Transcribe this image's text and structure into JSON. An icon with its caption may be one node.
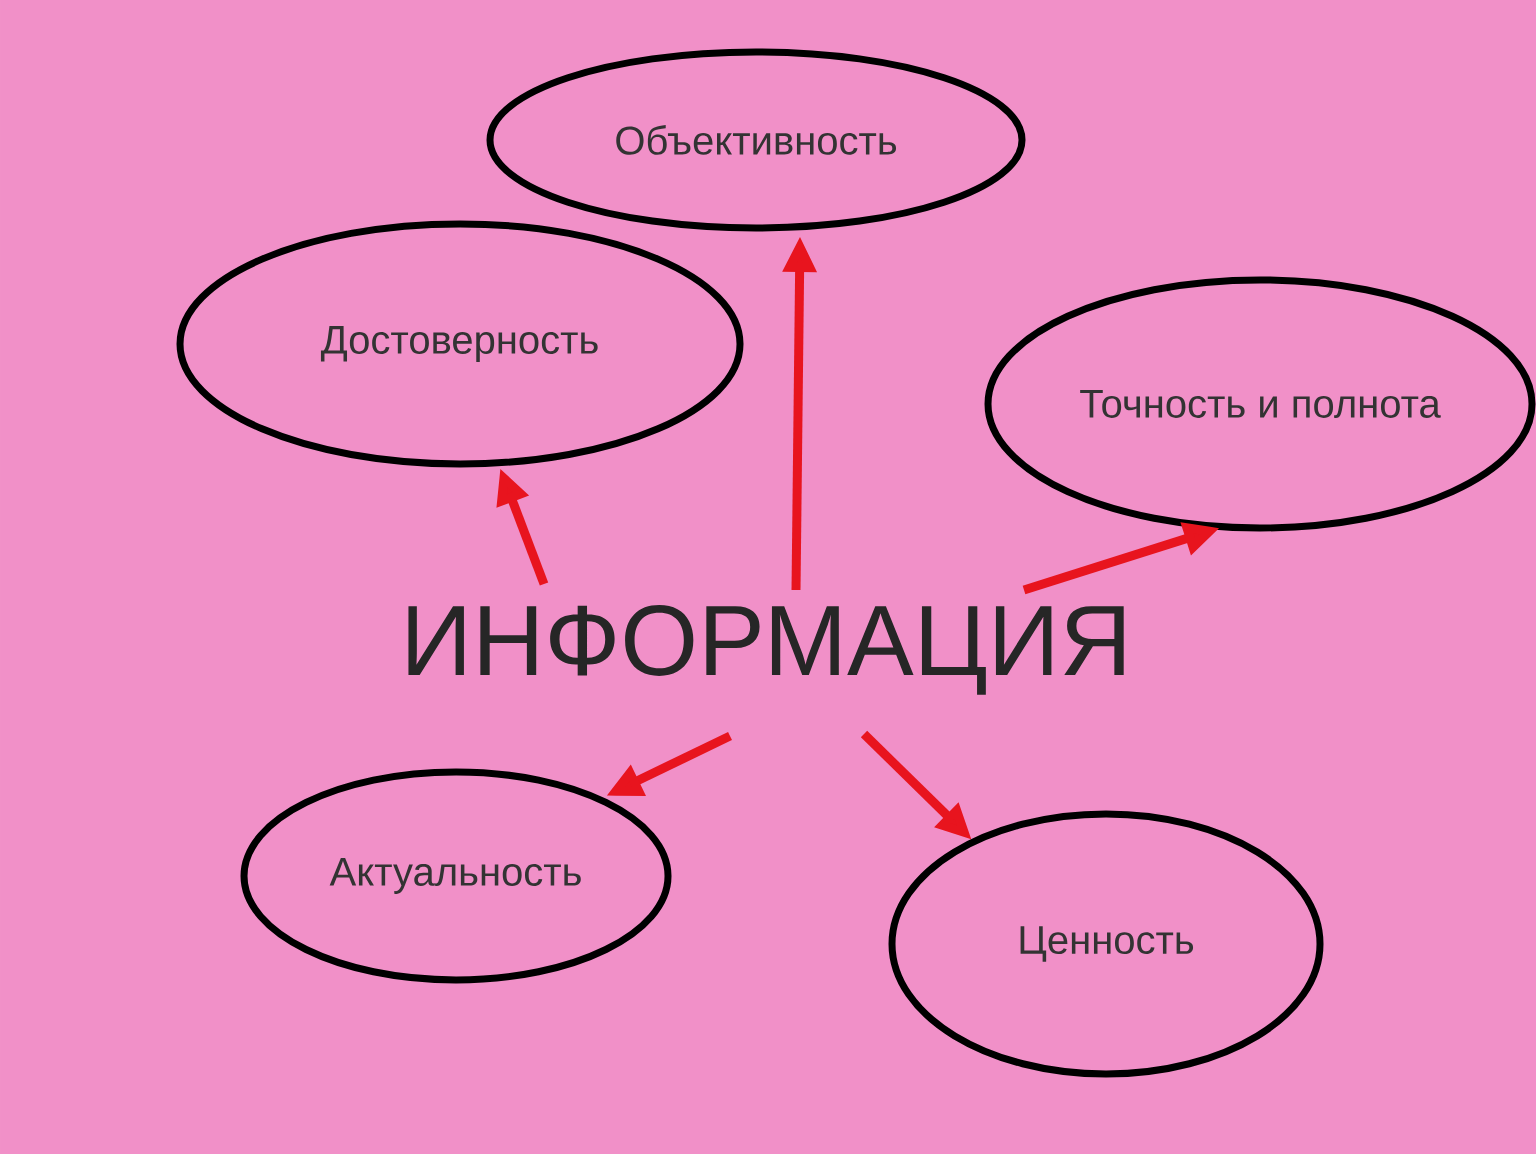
{
  "diagram": {
    "nodes": [
      {
        "text": [
          "ИНФОРМАЦИЯ"
        ]
      },
      {
        "text": [
          "Объективность"
        ]
      },
      {
        "text": [
          "Достоверность"
        ]
      },
      {
        "text": [
          "Точность и полнота"
        ]
      },
      {
        "text": [
          "Актуальность"
        ]
      },
      {
        "text": [
          "Ценность"
        ]
      }
    ],
    "edges": [
      {
        "from": 0,
        "to": 1,
        "arrow": "to"
      },
      {
        "from": 0,
        "to": 2,
        "arrow": "to"
      },
      {
        "from": 0,
        "to": 3,
        "arrow": "to"
      },
      {
        "from": 0,
        "to": 4,
        "arrow": "to"
      },
      {
        "from": 0,
        "to": 5,
        "arrow": "to"
      }
    ]
  }
}
